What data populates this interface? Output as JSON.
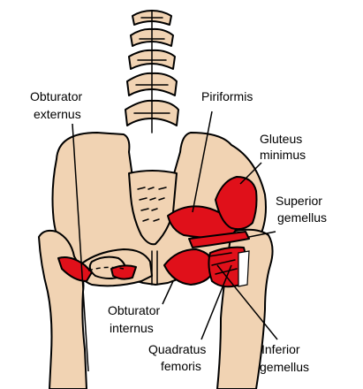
{
  "labels": {
    "obturator_externus": [
      "Obturator",
      "externus"
    ],
    "piriformis": [
      "Piriformis"
    ],
    "gluteus_minimus": [
      "Gluteus",
      "minimus"
    ],
    "superior_gemellus": [
      "Superior",
      "gemellus"
    ],
    "obturator_internus": [
      "Obturator",
      "internus"
    ],
    "quadratus_femoris": [
      "Quadratus",
      "femoris"
    ],
    "inferior_gemellus": [
      "Inferior",
      "gemellus"
    ]
  },
  "colors": {
    "bone": "#f1d3b3",
    "muscle": "#e0101a",
    "outline": "#000000",
    "background": "#ffffff"
  }
}
